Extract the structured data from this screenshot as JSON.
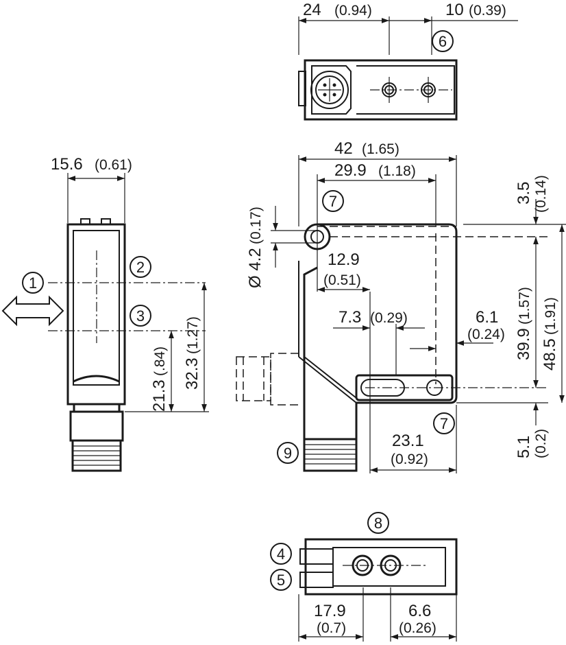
{
  "callouts": {
    "c1": "1",
    "c2": "2",
    "c3": "3",
    "c4": "4",
    "c5": "5",
    "c6": "6",
    "c7a": "7",
    "c7b": "7",
    "c8": "8",
    "c9": "9"
  },
  "top_view": {
    "dim_a": {
      "mm": "24",
      "in": "(0.94)"
    },
    "dim_b": {
      "mm": "10",
      "in": "(0.39)"
    }
  },
  "front_view": {
    "width": {
      "mm": "15.6",
      "in": "(0.61)"
    },
    "dim_lower": {
      "mm": "21.3",
      "in": "(.84)"
    },
    "dim_upper": {
      "mm": "32.3",
      "in": "(1.27)"
    }
  },
  "side_view": {
    "overall_width": {
      "mm": "42",
      "in": "(1.65)"
    },
    "hole_spacing": {
      "mm": "29.9",
      "in": "(1.18)"
    },
    "hole_dia": {
      "text": "Ø 4.2",
      "in": "(0.17)"
    },
    "hole_offset": {
      "mm": "12.9",
      "in": "(0.51)"
    },
    "slot_length": {
      "mm": "7.3",
      "in": "(0.29)"
    },
    "edge_offset": {
      "mm": "6.1",
      "in": "(0.24)"
    },
    "top_offset": {
      "mm": "3.5",
      "in": "(0.14)"
    },
    "hole_height": {
      "mm": "39.9",
      "in": "(1.57)"
    },
    "overall_height": {
      "mm": "48.5",
      "in": "(1.91)"
    },
    "slot_offset": {
      "mm": "23.1",
      "in": "(0.92)"
    },
    "bottom_offset": {
      "mm": "5.1",
      "in": "(0.2)"
    }
  },
  "bottom_view": {
    "dim_a": {
      "mm": "17.9",
      "in": "(0.7)"
    },
    "dim_b": {
      "mm": "6.6",
      "in": "(0.26)"
    }
  }
}
